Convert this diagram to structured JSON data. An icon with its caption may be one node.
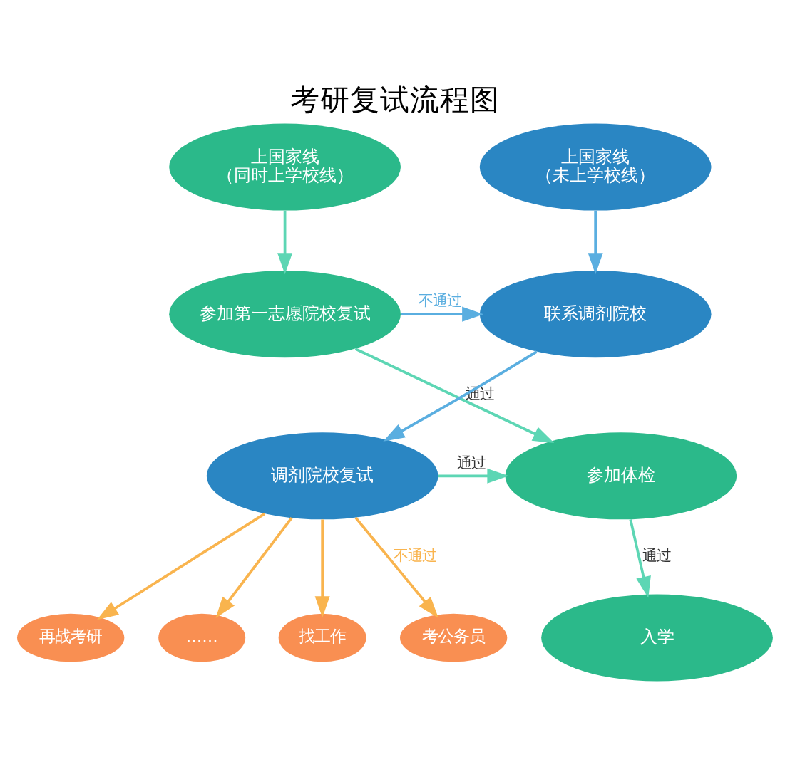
{
  "diagram": {
    "title": "考研复试流程图",
    "nodes": [
      {
        "text": [
          "上国家线",
          "（同时上学校线）"
        ]
      },
      {
        "text": [
          "上国家线",
          "（未上学校线）"
        ]
      },
      {
        "text": [
          "参加第一志愿院校复试"
        ]
      },
      {
        "text": [
          "联系调剂院校"
        ]
      },
      {
        "text": [
          "参加体检"
        ]
      },
      {
        "text": [
          "调剂院校复试"
        ]
      },
      {
        "text": [
          "入学"
        ]
      },
      {
        "text": [
          "找工作"
        ]
      },
      {
        "text": [
          "考公务员"
        ]
      },
      {
        "text": [
          "再战考研"
        ]
      },
      {
        "text": [
          "……"
        ]
      }
    ],
    "edges": [
      {
        "from": 0,
        "to": 2,
        "arrow": "to"
      },
      {
        "from": 1,
        "to": 3,
        "arrow": "to",
        "color": "#5aaee0"
      },
      {
        "from": 2,
        "to": 3,
        "arrow": "to",
        "label": "不通过",
        "color": "#5aaee0"
      },
      {
        "from": 3,
        "to": 5,
        "arrow": "to",
        "color": "#5aaee0"
      },
      {
        "from": 2,
        "to": 4,
        "arrow": "to",
        "label": "通过"
      },
      {
        "from": 5,
        "to": 4,
        "arrow": "to",
        "label": "通过"
      },
      {
        "from": 4,
        "to": 6,
        "arrow": "to",
        "label": "通过"
      },
      {
        "from": 5,
        "to": 7,
        "arrow": "to",
        "color": "#f9b44e"
      },
      {
        "from": 5,
        "to": 8,
        "arrow": "to",
        "label": "不通过",
        "color": "#f9b44e"
      },
      {
        "from": 5,
        "to": 9,
        "arrow": "to",
        "color": "#f9b44e"
      },
      {
        "from": 5,
        "to": 10,
        "arrow": "to",
        "color": "#f9b44e"
      }
    ]
  }
}
